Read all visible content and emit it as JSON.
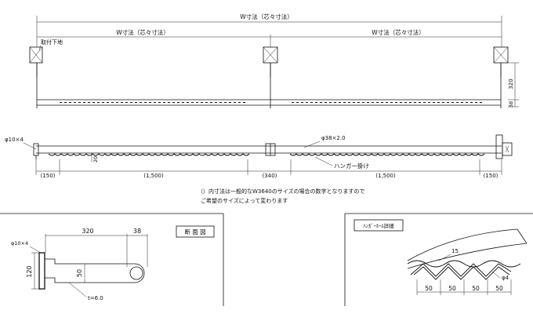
{
  "top_view": {
    "overall_width_label": "W寸法（芯々寸法）",
    "left_span_label": "W寸法（芯々寸法）",
    "right_span_label": "W寸法（芯々寸法）",
    "mount_base_label": "取付下地",
    "dim_320": "320",
    "dim_38": "38"
  },
  "side_view": {
    "end_bracket_label": "φ10×4",
    "pipe_label": "φ38×2.0",
    "hanger_label": "ハンガー掛け",
    "sag_label": "20",
    "spans": [
      "(150)",
      "(1,500)",
      "(340)",
      "(1,500)",
      "(150)"
    ]
  },
  "note": {
    "line1": "（）内寸法は一般的なW3640のサイズの場合の数字となりますので",
    "line2": "ご希望のサイズによって変わります"
  },
  "section_detail": {
    "title": "断 面 図",
    "bolt_label": "φ10×4",
    "dim_320": "320",
    "dim_38": "38",
    "dim_50": "50",
    "dim_120": "120",
    "thickness_label": "t=6.0"
  },
  "hanger_hole_detail": {
    "title": "ﾊﾝｶﾞｰﾎｰﾙ詳細",
    "pitch_label": "15",
    "hole_label": "φ4",
    "spacings": [
      "50",
      "50",
      "50",
      "50"
    ]
  }
}
